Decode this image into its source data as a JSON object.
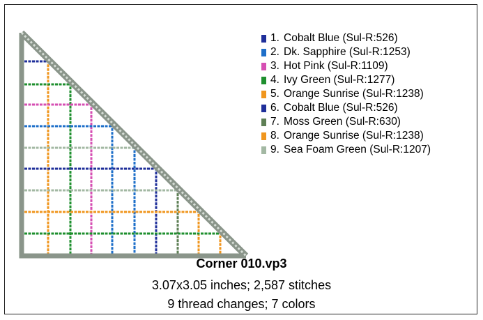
{
  "design": {
    "file_name": "Corner 010.vp3",
    "dimensions_line": "3.07x3.05 inches; 2,587 stitches",
    "changes_line": "9 thread changes; 7 colors"
  },
  "threads": [
    {
      "number": "1.",
      "name": "Cobalt Blue (Sul-R:526)",
      "color": "#1f2f9a"
    },
    {
      "number": "2.",
      "name": "Dk. Sapphire (Sul-R:1253)",
      "color": "#1e6fc9"
    },
    {
      "number": "3.",
      "name": "Hot Pink (Sul-R:1109)",
      "color": "#d64fb3"
    },
    {
      "number": "4.",
      "name": "Ivy Green (Sul-R:1277)",
      "color": "#1e8f2e"
    },
    {
      "number": "5.",
      "name": "Orange Sunrise (Sul-R:1238)",
      "color": "#f0961e"
    },
    {
      "number": "6.",
      "name": "Cobalt Blue (Sul-R:526)",
      "color": "#1f2f9a"
    },
    {
      "number": "7.",
      "name": "Moss Green (Sul-R:630)",
      "color": "#5e7f55"
    },
    {
      "number": "8.",
      "name": "Orange Sunrise (Sul-R:1238)",
      "color": "#f0961e"
    },
    {
      "number": "9.",
      "name": "Sea Foam Green (Sul-R:1207)",
      "color": "#a3b8a3"
    }
  ],
  "border_color": "#8a958a"
}
